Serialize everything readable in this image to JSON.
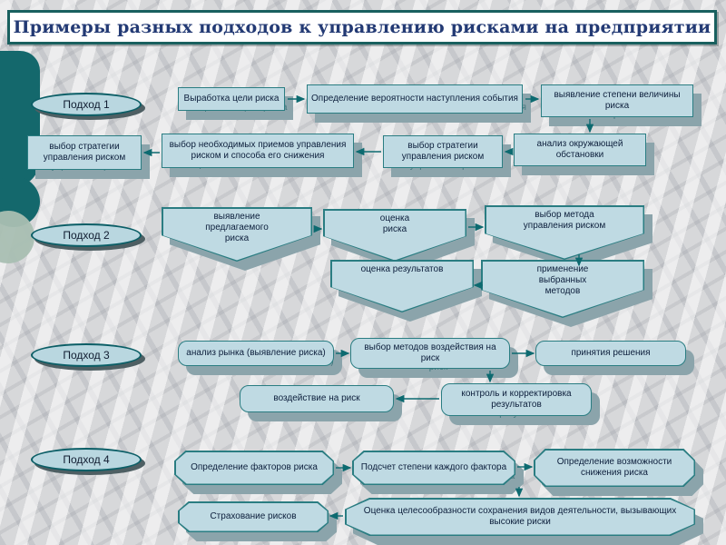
{
  "slide": {
    "title": "Примеры разных подходов к управлению рисками на предприятии"
  },
  "approaches": {
    "a1": {
      "label": "Подход 1",
      "n1": "Выработка цели риска",
      "n2": "Определение вероятности наступления события",
      "n3": "выявление степени величины риска",
      "n4": "выбор стратегии управления риском",
      "n5": "выбор необходимых приемов управления риском и способа его снижения",
      "n6": "выбор стратегии управления риском",
      "n7": "анализ окружающей обстановки"
    },
    "a2": {
      "label": "Подход 2",
      "n1": "выявление\nпредлагаемого\nриска",
      "n2": "оценка\nриска",
      "n3": "выбор метода\nуправления риском",
      "n4": "оценка результатов",
      "n5": "применение\nвыбранных\nметодов"
    },
    "a3": {
      "label": "Подход 3",
      "n1": "анализ рынка (выявление риска)",
      "n2": "выбор методов воздействия на риск",
      "n3": "принятия решения",
      "n4": "воздействие на риск",
      "n5": "контроль и корректировка результатов"
    },
    "a4": {
      "label": "Подход 4",
      "n1": "Определение факторов риска",
      "n2": "Подсчет степени каждого фактора",
      "n3": "Определение возможности снижения риска",
      "n4": "Страхование рисков",
      "n5": "Оценка целесообразности сохранения видов деятельности, вызывающих высокие риски"
    }
  },
  "colors": {
    "accent_teal": "#19605f",
    "node_fill": "#bfdae3",
    "node_border": "#2a7d82",
    "shadow": "#8ba4ab",
    "title_text": "#233a74"
  }
}
